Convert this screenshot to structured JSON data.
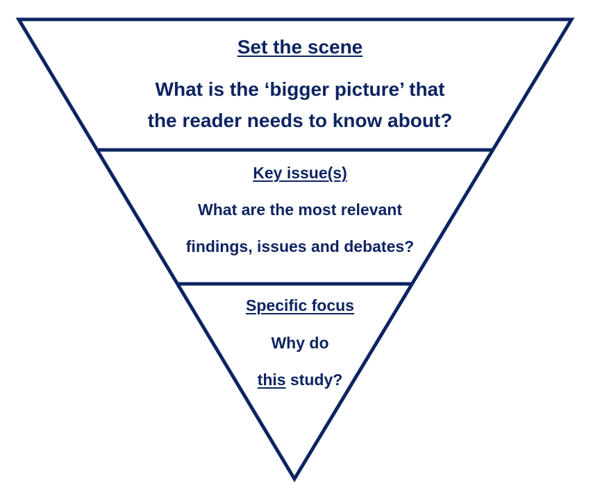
{
  "diagram": {
    "type": "inverted-triangle-funnel",
    "stroke_color": "#0d2461",
    "text_color": "#0d2461",
    "background": "#ffffff",
    "levels": [
      {
        "heading": "Set the scene",
        "lines": [
          "What is the ‘bigger picture’ that",
          "the reader needs to know about?"
        ]
      },
      {
        "heading": "Key issue(s)",
        "lines": [
          "What are the most relevant",
          "findings, issues and debates?"
        ]
      },
      {
        "heading": "Specific focus",
        "lines": [
          "Why do"
        ],
        "last_line": {
          "emphasis": "this",
          "rest": " study?"
        }
      }
    ]
  }
}
